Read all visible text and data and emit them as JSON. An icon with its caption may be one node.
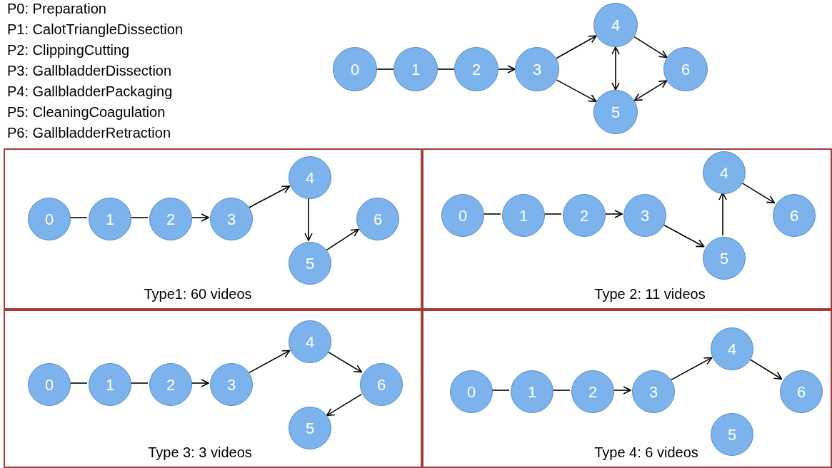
{
  "diagram": {
    "nodes": [
      {
        "text": [
          "0"
        ]
      },
      {
        "text": [
          "1"
        ]
      },
      {
        "text": [
          "2"
        ]
      },
      {
        "text": [
          "3"
        ]
      },
      {
        "text": [
          "4"
        ]
      },
      {
        "text": [
          "5"
        ]
      },
      {
        "text": [
          "6"
        ]
      },
      {
        "text": [
          "Type1: 60 videos"
        ]
      },
      {
        "text": [
          "0"
        ],
        "in": 7
      },
      {
        "text": [
          "1"
        ],
        "in": 7
      },
      {
        "text": [
          "2"
        ],
        "in": 7
      },
      {
        "text": [
          "3"
        ],
        "in": 7
      },
      {
        "text": [
          "4"
        ],
        "in": 7
      },
      {
        "text": [
          "5"
        ],
        "in": 7
      },
      {
        "text": [
          "6"
        ],
        "in": 7
      },
      {
        "text": [
          "Type 2: 11 videos"
        ]
      },
      {
        "text": [
          "0"
        ],
        "in": 15
      },
      {
        "text": [
          "1"
        ],
        "in": 15
      },
      {
        "text": [
          "2"
        ],
        "in": 15
      },
      {
        "text": [
          "3"
        ],
        "in": 15
      },
      {
        "text": [
          "4"
        ],
        "in": 15
      },
      {
        "text": [
          "5"
        ],
        "in": 15
      },
      {
        "text": [
          "6"
        ],
        "in": 15
      },
      {
        "text": [
          "Type 3: 3 videos"
        ]
      },
      {
        "text": [
          "0"
        ],
        "in": 23
      },
      {
        "text": [
          "1"
        ],
        "in": 23
      },
      {
        "text": [
          "2"
        ],
        "in": 23
      },
      {
        "text": [
          "3"
        ],
        "in": 23
      },
      {
        "text": [
          "4"
        ],
        "in": 23
      },
      {
        "text": [
          "5"
        ],
        "in": 23
      },
      {
        "text": [
          "6"
        ],
        "in": 23
      },
      {
        "text": [
          "Type 4: 6 videos"
        ]
      },
      {
        "text": [
          "0"
        ],
        "in": 31
      },
      {
        "text": [
          "1"
        ],
        "in": 31
      },
      {
        "text": [
          "2"
        ],
        "in": 31
      },
      {
        "text": [
          "3"
        ],
        "in": 31
      },
      {
        "text": [
          "4"
        ],
        "in": 31
      },
      {
        "text": [
          "5"
        ],
        "in": 31
      },
      {
        "text": [
          "6"
        ],
        "in": 31
      }
    ],
    "edges": [
      {
        "from": 0,
        "to": 1,
        "arrow": "none"
      },
      {
        "from": 1,
        "to": 2,
        "arrow": "none"
      },
      {
        "from": 2,
        "to": 3,
        "arrow": "to"
      },
      {
        "from": 3,
        "to": 4,
        "arrow": "to"
      },
      {
        "from": 3,
        "to": 5,
        "arrow": "to"
      },
      {
        "from": 4,
        "to": 5,
        "arrow": "both"
      },
      {
        "from": 4,
        "to": 6,
        "arrow": "to"
      },
      {
        "from": 6,
        "to": 5,
        "arrow": "both"
      },
      {
        "from": 8,
        "to": 9,
        "arrow": "none"
      },
      {
        "from": 9,
        "to": 10,
        "arrow": "none"
      },
      {
        "from": 10,
        "to": 11,
        "arrow": "to"
      },
      {
        "from": 11,
        "to": 12,
        "arrow": "to"
      },
      {
        "from": 12,
        "to": 13,
        "arrow": "to"
      },
      {
        "from": 13,
        "to": 14,
        "arrow": "to"
      },
      {
        "from": 16,
        "to": 17,
        "arrow": "none"
      },
      {
        "from": 17,
        "to": 18,
        "arrow": "none"
      },
      {
        "from": 18,
        "to": 19,
        "arrow": "to"
      },
      {
        "from": 19,
        "to": 21,
        "arrow": "to"
      },
      {
        "from": 21,
        "to": 20,
        "arrow": "to"
      },
      {
        "from": 20,
        "to": 22,
        "arrow": "to"
      },
      {
        "from": 24,
        "to": 25,
        "arrow": "none"
      },
      {
        "from": 25,
        "to": 26,
        "arrow": "none"
      },
      {
        "from": 26,
        "to": 27,
        "arrow": "to"
      },
      {
        "from": 27,
        "to": 28,
        "arrow": "to"
      },
      {
        "from": 28,
        "to": 30,
        "arrow": "to"
      },
      {
        "from": 30,
        "to": 29,
        "arrow": "to"
      },
      {
        "from": 32,
        "to": 33,
        "arrow": "none"
      },
      {
        "from": 33,
        "to": 34,
        "arrow": "none"
      },
      {
        "from": 34,
        "to": 35,
        "arrow": "to"
      },
      {
        "from": 35,
        "to": 36,
        "arrow": "to"
      },
      {
        "from": 36,
        "to": 38,
        "arrow": "to"
      }
    ],
    "labels": [
      "P0: Preparation",
      "P1: CalotTriangleDissection",
      "P2: ClippingCutting",
      "P3: GallbladderDissection",
      "P4: GallbladderPackaging",
      "P5: CleaningCoagulation",
      "P6: GallbladderRetraction"
    ]
  }
}
